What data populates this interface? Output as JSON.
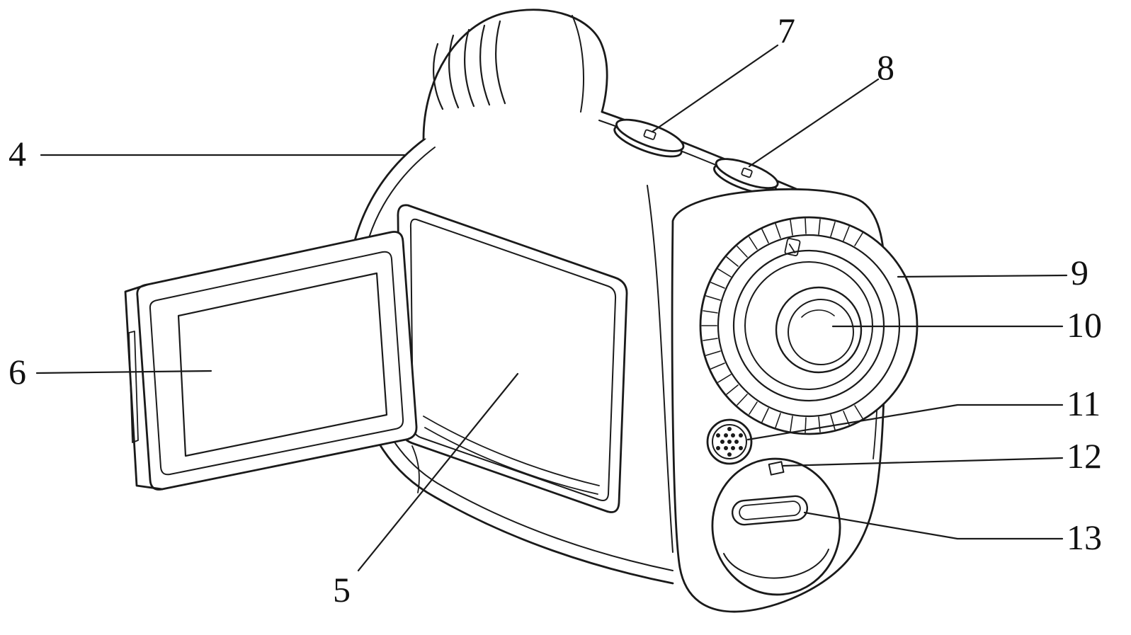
{
  "figure": {
    "kind": "patent-style line drawing",
    "subject": "handheld camcorder / rangefinder camera with flip-out LCD screen, perspective view",
    "background_color": "#ffffff",
    "line_color": "#1a1a1a"
  },
  "labels": [
    {
      "text": "4",
      "points_to": "camera-body-rear-housing"
    },
    {
      "text": "5",
      "points_to": "lcd-recess-cavity"
    },
    {
      "text": "6",
      "points_to": "lcd-screen-panel"
    },
    {
      "text": "7",
      "points_to": "top-button-rear"
    },
    {
      "text": "8",
      "points_to": "top-button-front"
    },
    {
      "text": "9",
      "points_to": "lens-outer-ring"
    },
    {
      "text": "10",
      "points_to": "lens-center-glass"
    },
    {
      "text": "11",
      "points_to": "speaker-grille"
    },
    {
      "text": "12",
      "points_to": "small-square-marker"
    },
    {
      "text": "13",
      "points_to": "port-cover-slot"
    }
  ]
}
